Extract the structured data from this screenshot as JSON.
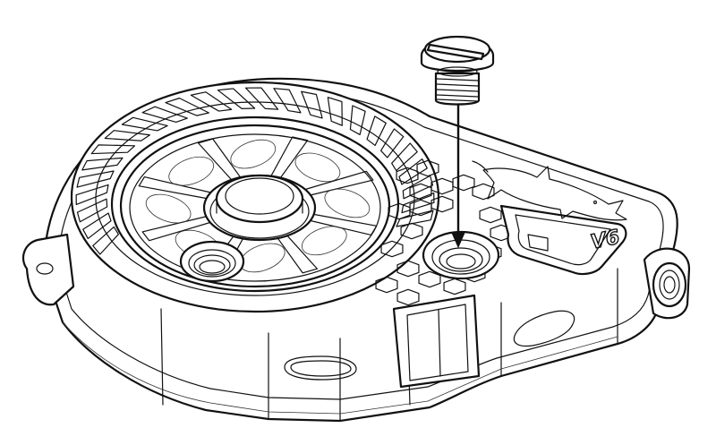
{
  "drawing": {
    "type": "assembly-instruction",
    "part_marking": "V6",
    "logo": "shark-logo",
    "instruction": "insert-screw-into-port",
    "colors": {
      "line": "#111111",
      "background": "#ffffff"
    }
  }
}
